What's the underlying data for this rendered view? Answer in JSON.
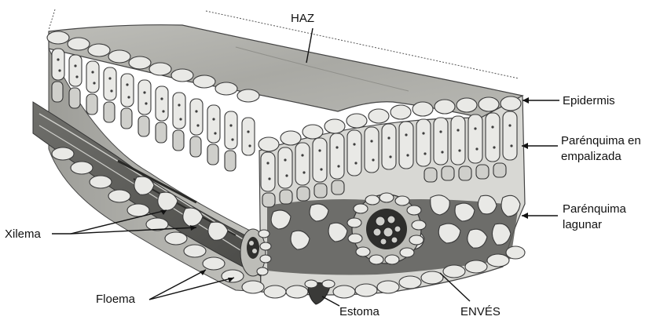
{
  "labels": {
    "haz": "HAZ",
    "epidermis": "Epidermis",
    "parenquima_empalizada_1": "Parénquima en",
    "parenquima_empalizada_2": "empalizada",
    "parenquima_lagunar_1": "Parénquima",
    "parenquima_lagunar_2": "lagunar",
    "xilema": "Xilema",
    "floema": "Floema",
    "estoma": "Estoma",
    "enves": "ENVÉS"
  }
}
